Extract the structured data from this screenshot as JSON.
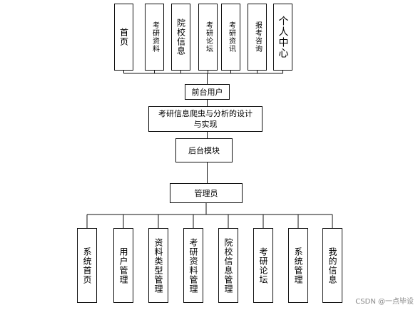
{
  "diagram": {
    "top_modules": [
      "首页",
      "考研资料",
      "院校信息",
      "考研论坛",
      "考研资讯",
      "报考咨询",
      "个人中心"
    ],
    "frontend_node": "前台用户",
    "system_title": "考研信息爬虫与分析的设计与实现",
    "backend_node": "后台模块",
    "admin_node": "管理员",
    "bottom_modules": [
      "系统首页",
      "用户管理",
      "资料类型管理",
      "考研资料管理",
      "院校信息管理",
      "考研论坛",
      "系统管理",
      "我的信息"
    ]
  },
  "watermark": "CSDN @一点毕设"
}
